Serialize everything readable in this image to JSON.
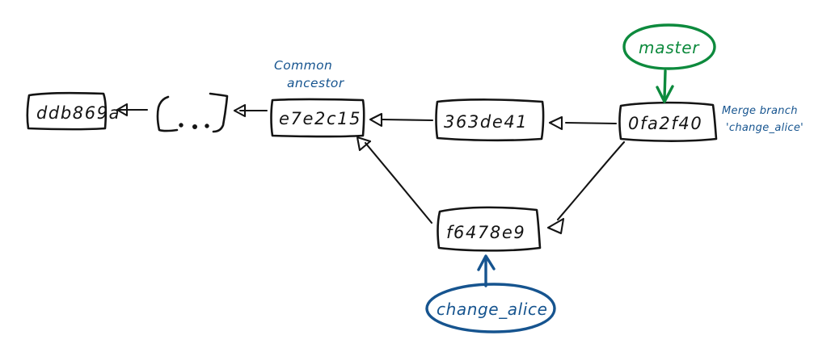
{
  "diagram": {
    "title": "Git commit graph after merge",
    "background_color": "#ffffff",
    "ink_color": "#141414",
    "accent_blue": "#16548f",
    "accent_green": "#0d8a3d"
  },
  "commits": [
    {
      "id": "commit-ddb869a",
      "hash": "ddb869a"
    },
    {
      "id": "commit-ellipsis",
      "hash": "[...]"
    },
    {
      "id": "commit-e7e2c15",
      "hash": "e7e2c15"
    },
    {
      "id": "commit-363de41",
      "hash": "363de41"
    },
    {
      "id": "commit-0fa2f40",
      "hash": "0fa2f40"
    },
    {
      "id": "commit-f6478e9",
      "hash": "f6478e9"
    }
  ],
  "annotations": {
    "common_ancestor_line1": "Common",
    "common_ancestor_line2": "ancestor",
    "merge_message_line1": "Merge branch",
    "merge_message_line2": "'change_alice'"
  },
  "branches": [
    {
      "id": "branch-master",
      "label": "master",
      "color": "#0d8a3d"
    },
    {
      "id": "branch-change-alice",
      "label": "change_alice",
      "color": "#16548f"
    }
  ],
  "edges": [
    {
      "from": "[...]",
      "to": "ddb869a"
    },
    {
      "from": "e7e2c15",
      "to": "[...]"
    },
    {
      "from": "363de41",
      "to": "e7e2c15"
    },
    {
      "from": "0fa2f40",
      "to": "363de41"
    },
    {
      "from": "f6478e9",
      "to": "e7e2c15"
    },
    {
      "from": "0fa2f40",
      "to": "f6478e9"
    }
  ]
}
